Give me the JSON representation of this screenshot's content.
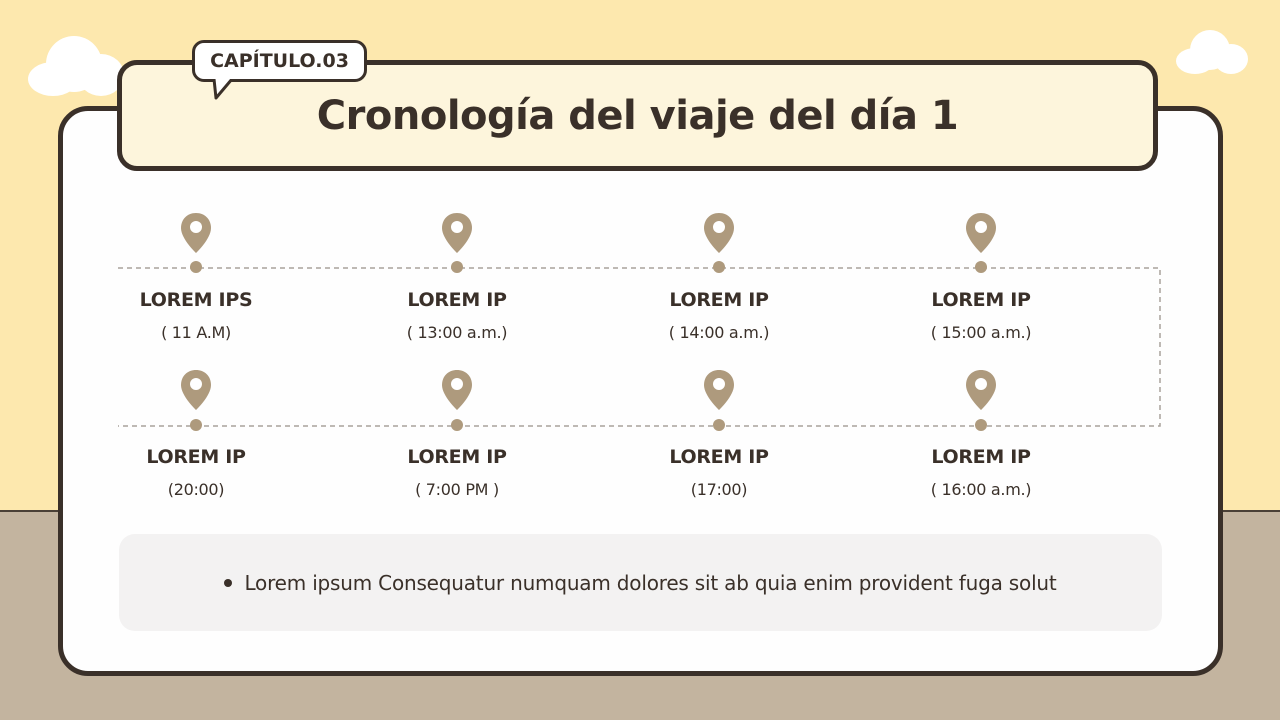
{
  "header": {
    "chapter_label": "CAPÍTULO.03",
    "title": "Cronología del viaje del día 1"
  },
  "timeline": {
    "row1": [
      {
        "label": "LOREM IPS",
        "time": "( 11 A.M)"
      },
      {
        "label": "LOREM IP",
        "time": "( 13:00 a.m.)"
      },
      {
        "label": "LOREM IP",
        "time": "( 14:00 a.m.)"
      },
      {
        "label": "LOREM IP",
        "time": "( 15:00 a.m.)"
      }
    ],
    "row2": [
      {
        "label": "LOREM IP",
        "time": "(20:00)"
      },
      {
        "label": "LOREM IP",
        "time": "( 7:00 PM )"
      },
      {
        "label": "LOREM IP",
        "time": "(17:00)"
      },
      {
        "label": "LOREM IP",
        "time": "( 16:00 a.m.)"
      }
    ]
  },
  "note": {
    "text": "Lorem ipsum Consequatur numquam dolores sit ab quia enim provident fuga solut"
  },
  "colors": {
    "sky": "#fde8ae",
    "ground": "#c3b49f",
    "outline": "#3a3029",
    "pin": "#ae9a7d",
    "title_bg": "#fdf5dc",
    "note_bg": "#f3f2f2"
  },
  "icons": [
    "map-pin-icon",
    "cloud-icon",
    "bullet-icon"
  ]
}
